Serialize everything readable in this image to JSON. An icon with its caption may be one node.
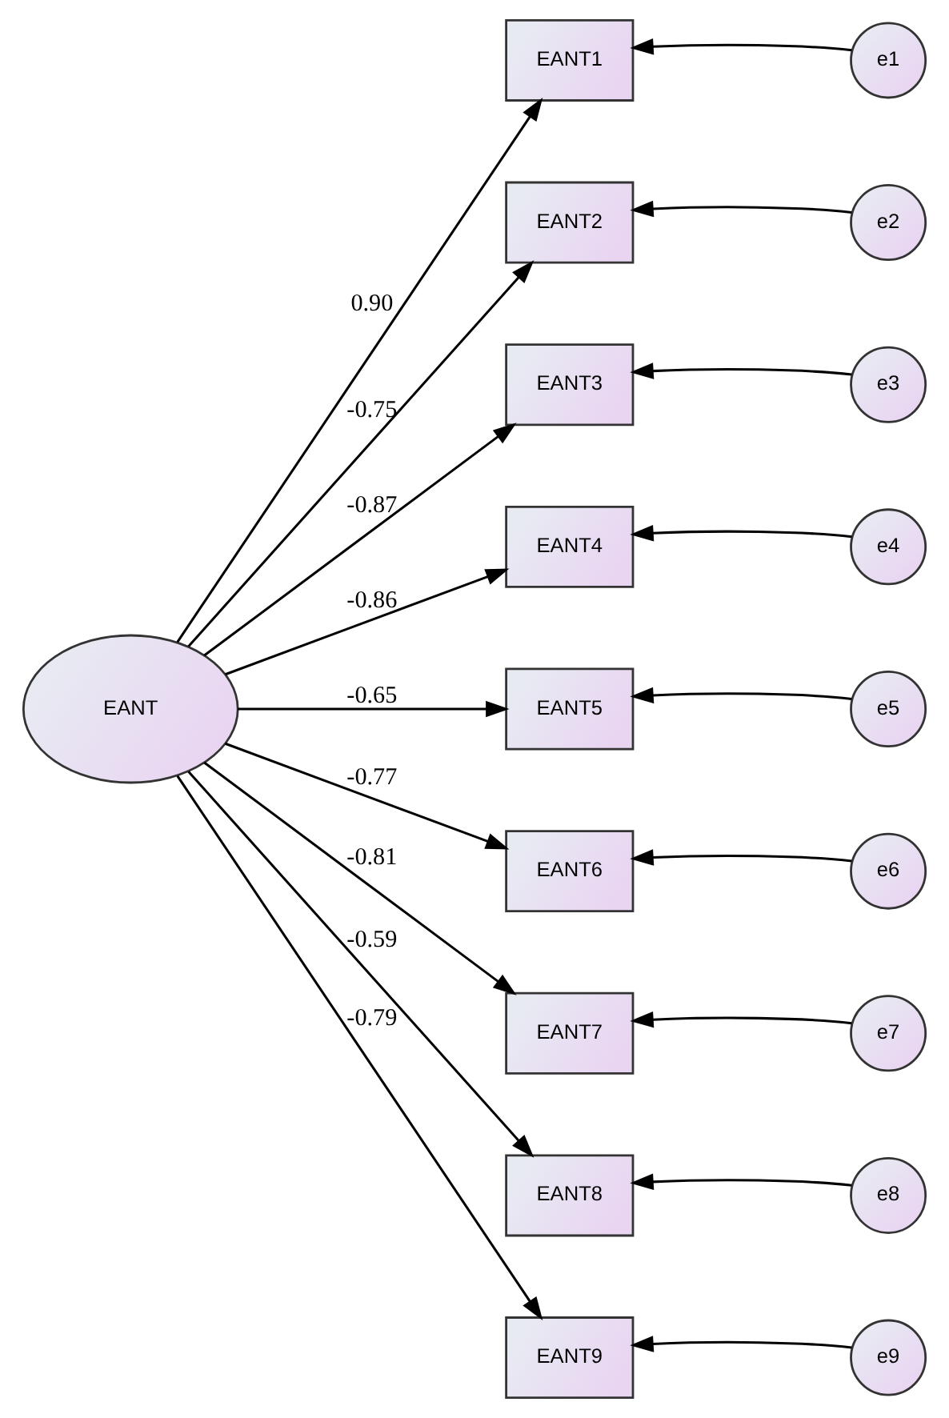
{
  "diagram": {
    "nodes": [
      {
        "text": [
          "EANT"
        ]
      },
      {
        "text": [
          "EANT1"
        ]
      },
      {
        "text": [
          "EANT2"
        ]
      },
      {
        "text": [
          "EANT3"
        ]
      },
      {
        "text": [
          "EANT4"
        ]
      },
      {
        "text": [
          "EANT5"
        ]
      },
      {
        "text": [
          "EANT6"
        ]
      },
      {
        "text": [
          "EANT7"
        ]
      },
      {
        "text": [
          "EANT8"
        ]
      },
      {
        "text": [
          "EANT9"
        ]
      },
      {
        "text": [
          "e1"
        ]
      },
      {
        "text": [
          "e2"
        ]
      },
      {
        "text": [
          "e3"
        ]
      },
      {
        "text": [
          "e4"
        ]
      },
      {
        "text": [
          "e5"
        ]
      },
      {
        "text": [
          "e6"
        ]
      },
      {
        "text": [
          "e7"
        ]
      },
      {
        "text": [
          "e8"
        ]
      },
      {
        "text": [
          "e9"
        ]
      }
    ],
    "edges": [
      {
        "from": 0,
        "to": 1,
        "arrow": "to",
        "label": "0.90"
      },
      {
        "from": 0,
        "to": 2,
        "arrow": "to",
        "label": "-0.75"
      },
      {
        "from": 0,
        "to": 3,
        "arrow": "to",
        "label": "-0.87"
      },
      {
        "from": 0,
        "to": 4,
        "arrow": "to",
        "label": "-0.86"
      },
      {
        "from": 0,
        "to": 5,
        "arrow": "to",
        "label": "-0.65"
      },
      {
        "from": 0,
        "to": 6,
        "arrow": "to",
        "label": "-0.77"
      },
      {
        "from": 0,
        "to": 7,
        "arrow": "to",
        "label": "-0.81"
      },
      {
        "from": 0,
        "to": 8,
        "arrow": "to",
        "label": "-0.59"
      },
      {
        "from": 0,
        "to": 9,
        "arrow": "to",
        "label": "-0.79"
      },
      {
        "from": 10,
        "to": 1,
        "arrow": "to"
      },
      {
        "from": 11,
        "to": 2,
        "arrow": "to"
      },
      {
        "from": 12,
        "to": 3,
        "arrow": "to"
      },
      {
        "from": 13,
        "to": 4,
        "arrow": "to"
      },
      {
        "from": 14,
        "to": 5,
        "arrow": "to"
      },
      {
        "from": 15,
        "to": 6,
        "arrow": "to"
      },
      {
        "from": 16,
        "to": 7,
        "arrow": "to"
      },
      {
        "from": 17,
        "to": 8,
        "arrow": "to"
      },
      {
        "from": 18,
        "to": 9,
        "arrow": "to"
      }
    ]
  }
}
